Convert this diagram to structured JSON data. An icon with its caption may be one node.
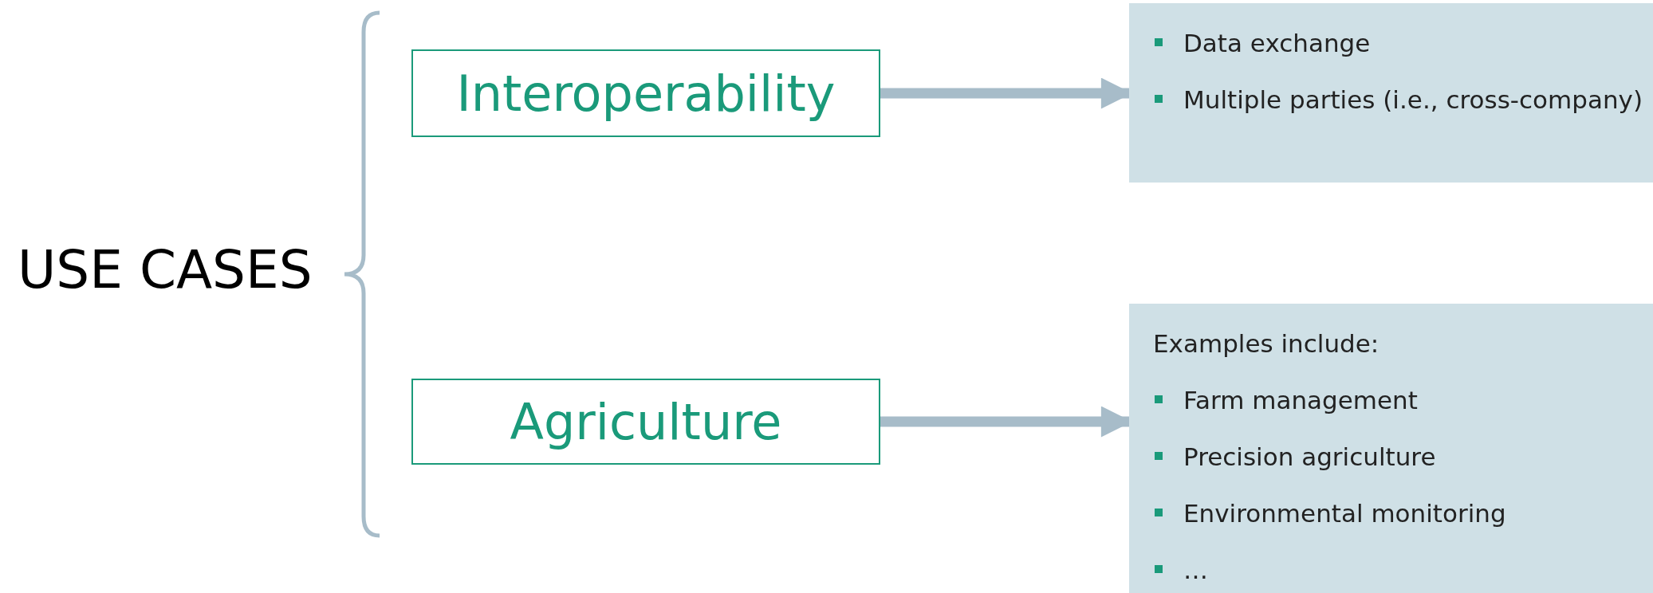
{
  "diagram": {
    "nodes": [
      {
        "text": [
          "Interoperability"
        ]
      },
      {
        "text": [
          "Data exchange",
          "Multiple parties (i.e., cross-company)"
        ]
      },
      {
        "text": [
          "Agriculture"
        ]
      },
      {
        "text": [
          "Examples include:",
          "Farm management",
          "Precision agriculture",
          "Environmental monitoring",
          "…"
        ]
      }
    ],
    "edges": [
      {
        "from": 0,
        "to": 1,
        "arrow": "to"
      },
      {
        "from": 2,
        "to": 3,
        "arrow": "to"
      }
    ],
    "labels": [
      "USE CASES"
    ]
  }
}
